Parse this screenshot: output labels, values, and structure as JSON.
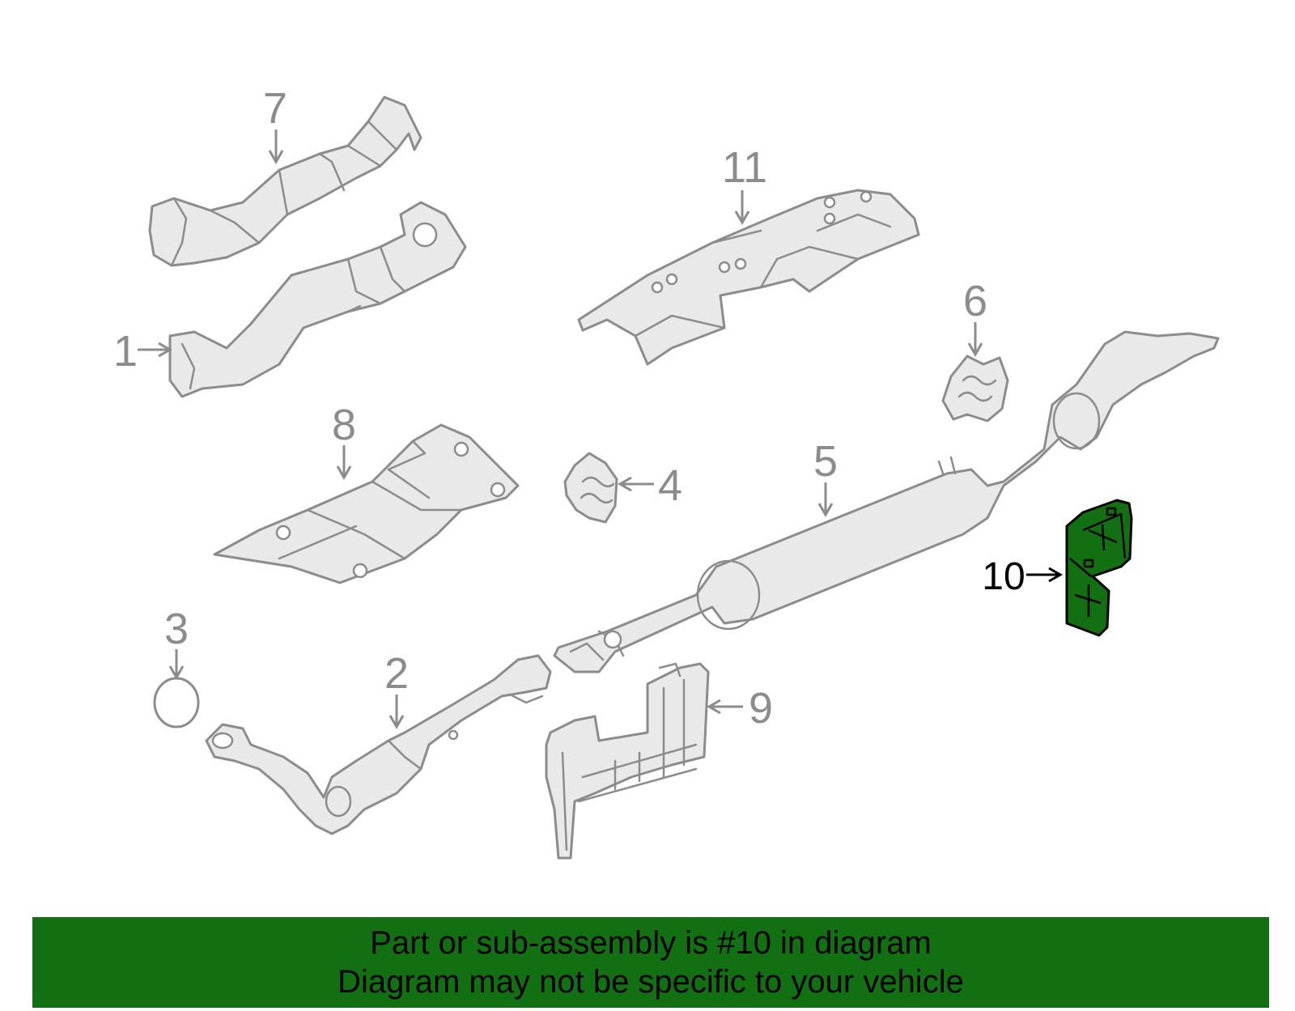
{
  "callouts": {
    "c1": "1",
    "c2": "2",
    "c3": "3",
    "c4": "4",
    "c5": "5",
    "c6": "6",
    "c7": "7",
    "c8": "8",
    "c9": "9",
    "c10": "10",
    "c11": "11"
  },
  "highlighted_part": "10",
  "colors": {
    "highlight": "#127012",
    "part_line": "#8c8c8c",
    "part_fill": "#e9e9e9"
  },
  "banner": {
    "line1": "Part or sub-assembly is #10 in diagram",
    "line2": "Diagram may not be specific to your vehicle"
  }
}
